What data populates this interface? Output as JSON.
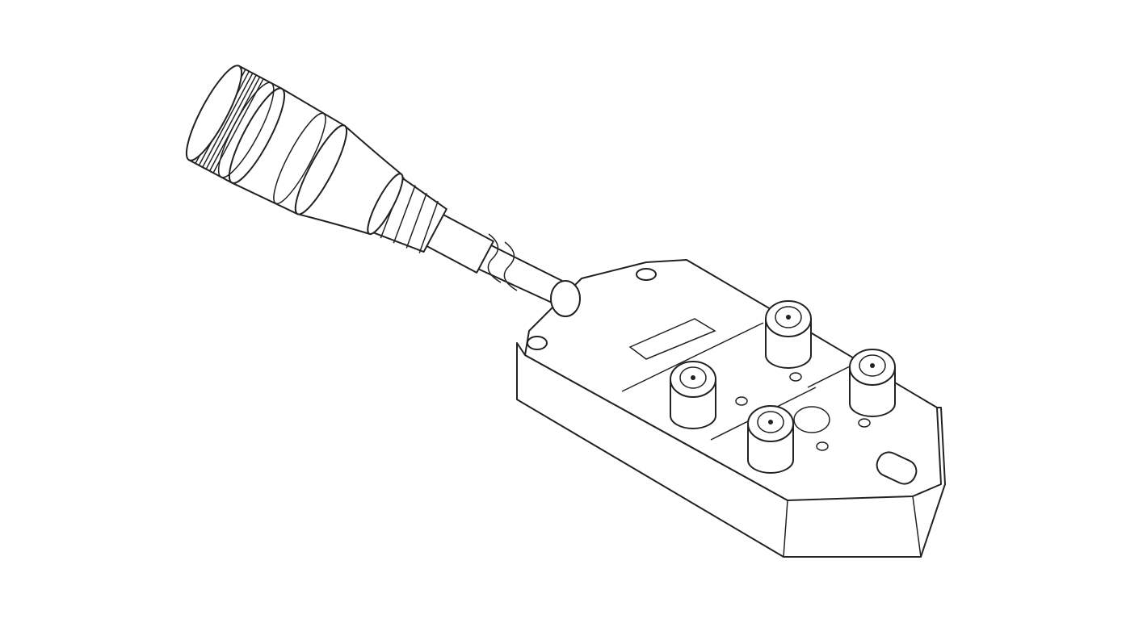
{
  "drawing": {
    "subject": "",
    "colors": {
      "line": "#222222",
      "background": "#ffffff"
    },
    "ports": [
      {
        "id": 1
      },
      {
        "id": 2
      },
      {
        "id": 3
      },
      {
        "id": 4
      }
    ]
  }
}
